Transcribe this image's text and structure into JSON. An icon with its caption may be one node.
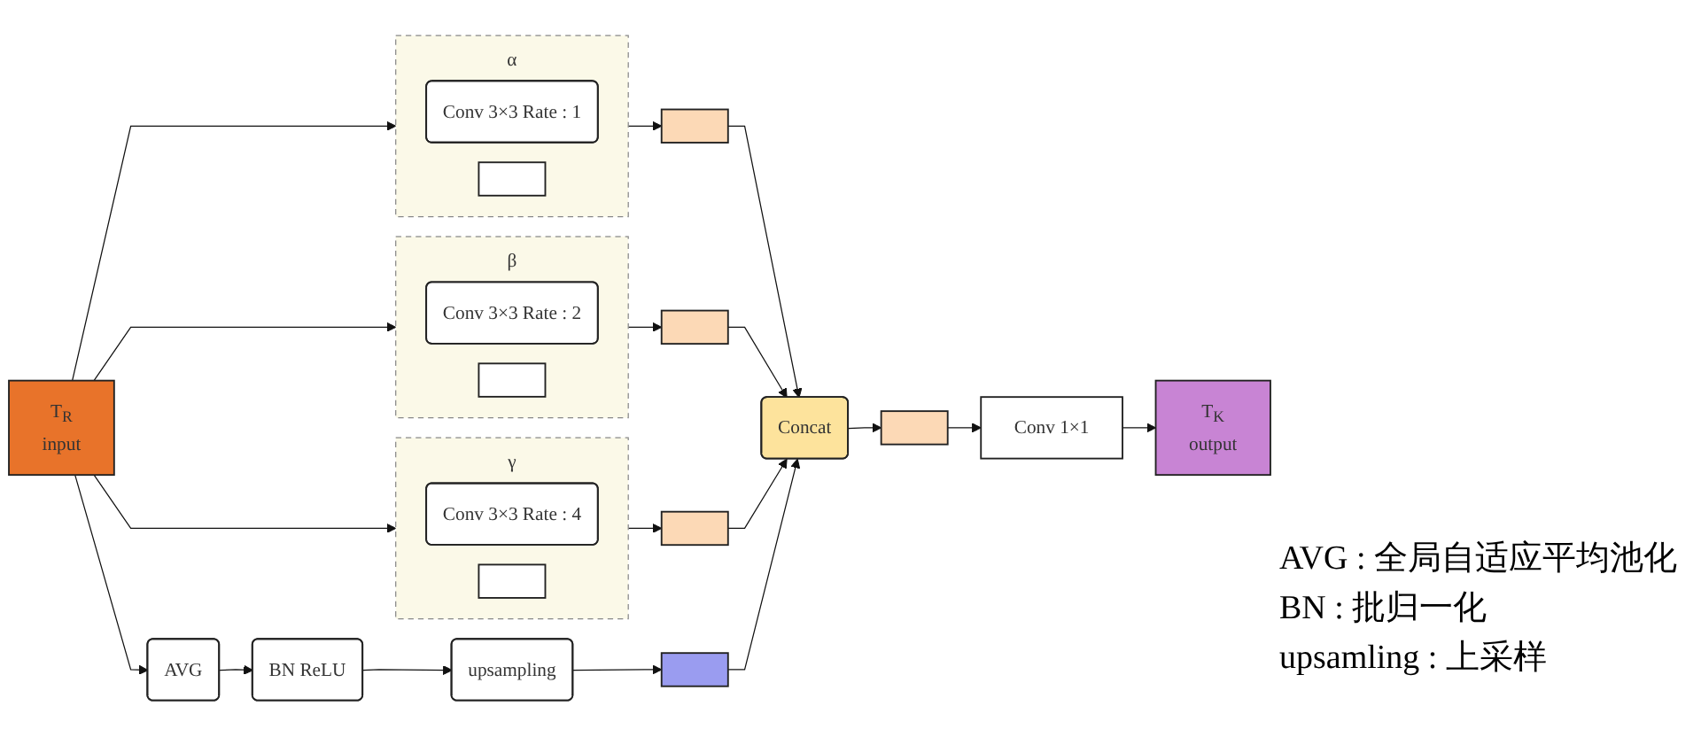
{
  "diagram": {
    "nodes": [
      {
        "text": [
          "T$_{R}$",
          "input"
        ]
      },
      {
        "text": [
          "α"
        ]
      },
      {
        "text": [
          "Conv 3×3 Rate : 1"
        ],
        "in": 1
      },
      {
        "text": [],
        "shape": "box",
        "in": 1
      },
      {
        "text": [
          "β"
        ]
      },
      {
        "text": [
          "Conv 3×3 Rate : 2"
        ],
        "in": 4
      },
      {
        "text": [],
        "shape": "box",
        "in": 4
      },
      {
        "text": [
          "γ"
        ]
      },
      {
        "text": [
          "Conv 3×3 Rate : 4"
        ],
        "in": 7
      },
      {
        "text": [],
        "shape": "box",
        "in": 7
      },
      {
        "text": [
          "AVG"
        ]
      },
      {
        "text": [
          "BN ReLU"
        ]
      },
      {
        "text": [
          "upsampling"
        ]
      },
      {
        "text": [],
        "shape": "box"
      },
      {
        "text": [],
        "shape": "box"
      },
      {
        "text": [],
        "shape": "box"
      },
      {
        "text": [],
        "shape": "box"
      },
      {
        "text": [
          "Concat"
        ]
      },
      {
        "text": [],
        "shape": "box"
      },
      {
        "text": [
          "Conv 1×1"
        ]
      },
      {
        "text": [
          "T$_{K}$",
          "output"
        ]
      }
    ],
    "edges": [
      {
        "from": 0,
        "to": 1,
        "arrow": "to"
      },
      {
        "from": 0,
        "to": 4,
        "arrow": "to"
      },
      {
        "from": 0,
        "to": 7,
        "arrow": "to"
      },
      {
        "from": 0,
        "to": 10,
        "arrow": "to"
      },
      {
        "from": 10,
        "to": 11,
        "arrow": "to"
      },
      {
        "from": 11,
        "to": 12,
        "arrow": "to"
      },
      {
        "from": 1,
        "to": 13,
        "arrow": "to"
      },
      {
        "from": 4,
        "to": 14,
        "arrow": "to"
      },
      {
        "from": 7,
        "to": 15,
        "arrow": "to"
      },
      {
        "from": 12,
        "to": 16,
        "arrow": "to"
      },
      {
        "from": 13,
        "to": 17,
        "arrow": "to"
      },
      {
        "from": 14,
        "to": 17,
        "arrow": "to"
      },
      {
        "from": 15,
        "to": 17,
        "arrow": "to"
      },
      {
        "from": 16,
        "to": 17,
        "arrow": "to"
      },
      {
        "from": 17,
        "to": 18,
        "arrow": "to"
      },
      {
        "from": 18,
        "to": 19,
        "arrow": "to"
      },
      {
        "from": 19,
        "to": 20,
        "arrow": "to"
      }
    ],
    "labels": [
      "AVG : 全局自适应平均池化",
      "BN : 批归一化",
      "upsamling : 上采样"
    ]
  }
}
